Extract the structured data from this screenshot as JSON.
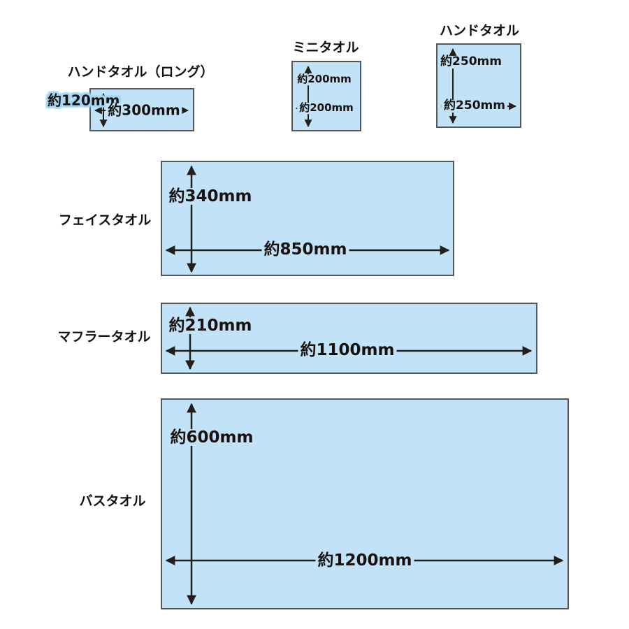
{
  "diagram_title": "towel-size-diagram",
  "colors": {
    "towel_fill": "#C2E3F7",
    "towel_border": "#54575B",
    "arrow": "#241E1B",
    "label_halo": "#A3D7F3",
    "text": "#111111"
  },
  "towels": [
    {
      "id": "hand-towel-long",
      "name": "ハンドタオル（ロング）",
      "height_label": "約120mm",
      "width_label": "約300mm",
      "height_mm": 120,
      "width_mm": 300
    },
    {
      "id": "mini-towel",
      "name": "ミニタオル",
      "height_label": "約200mm",
      "width_label": "約200mm",
      "height_mm": 200,
      "width_mm": 200
    },
    {
      "id": "hand-towel",
      "name": "ハンドタオル",
      "height_label": "約250mm",
      "width_label": "約250mm",
      "height_mm": 250,
      "width_mm": 250
    },
    {
      "id": "face-towel",
      "name": "フェイスタオル",
      "height_label": "約340mm",
      "width_label": "約850mm",
      "height_mm": 340,
      "width_mm": 850
    },
    {
      "id": "muffler-towel",
      "name": "マフラータオル",
      "height_label": "約210mm",
      "width_label": "約1100mm",
      "height_mm": 210,
      "width_mm": 1100
    },
    {
      "id": "bath-towel",
      "name": "バスタオル",
      "height_label": "約600mm",
      "width_label": "約1200mm",
      "height_mm": 600,
      "width_mm": 1200
    }
  ]
}
